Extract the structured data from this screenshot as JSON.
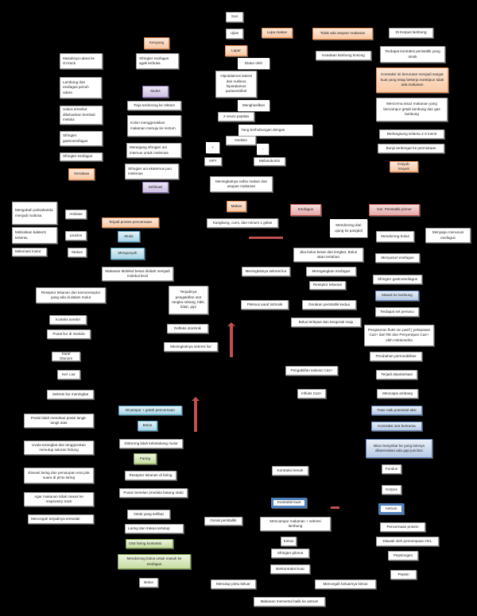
{
  "nodes": {
    "sori": "Sori",
    "ujian": "Ujian",
    "lupa_makan": "Lupa makan",
    "tidak_asupan": "Tidak ada asupan makanan",
    "di_korpus": "Di Korpus lambung",
    "kenyang": "Kenyang",
    "lapar": "Lapar",
    "diatur_oleh": "Diatur oleh",
    "keadaan_kosong": "Keadaan lambung kosong",
    "kontraksi_ritmik": "Terdapat kontraksi peristaltik yang ritmik",
    "masuknya_udara": "Masuknya udara ke GI track",
    "sfingter_terbuka": "Sfringter esofagus agak terbuka",
    "hipotalamus": "Hipotalamus lateral dan nukleus hipotalamus paraventrikel",
    "kontraksi_kuat_oranye": "Kontraksi ini berurutan menjadi sangat kuat yang tetap bekerja meskipun tidak ada makanan",
    "lambung_esofagus": "Lambung dan esofagus penuh udara",
    "mules": "Mules",
    "tinja": "Tinja terdorong ke rektum",
    "menghasilkan": "Menghasilkan",
    "mencerna_sisa": "Mencerna sisa2 makanan yang bercampur getah lambung dan gas lambung",
    "udara_keluar": "Udara tersebut dikeluarkan kembali melalui",
    "kolon": "Kolon menggerakkan makanan menuju ke rectum",
    "dua_neuro": "2 neuro peptida",
    "berhubungan": "Yang berhubungan dengan",
    "berlangsung": "Berlangsung selama 2-3 menit",
    "sfingter_gastro": "Sfringter gastroesofagus",
    "oreksin": "Oreksin",
    "bunyi": "Bunyi terdengar ke permukaan",
    "menegang_ani": "Menegang sfringter ani internus untuk melemas",
    "plus": "+",
    "minus": "-",
    "sfingter_esofagus": "Sfringter esofagus",
    "npy": "NPY",
    "melanokortin": "Melanokortin",
    "krayuk": "Krayuk-krayuk",
    "sendawa": "Sendawa",
    "sfingter_ani_ekst": "Sfringter ani eksternus pun melemas",
    "meningkatnya_nafsu": "Meningkatnya nafsu makan dan asupan makanan",
    "defekasi": "Defekasi",
    "mengubah_poli": "Mengubah polisakarida menjadi maltosa",
    "amilase": "Amilase",
    "makan": "Makan",
    "esofagus": "Esofagus",
    "gel_peristaltik": "Gel. Peristaltik primer",
    "terjadi_proses": "Terjadi proses pencernaan",
    "kangkung": "Kangkung, cumi, dan minum 1 gelas",
    "mendorong_ujung": "Mendorong dari ujung ke pangkal",
    "melisiskan": "Melisiskan bakteri2 tertentu",
    "lisozim": "Lisozim",
    "mulut": "Mulut",
    "mendorong_bolus": "Mendorong bolus",
    "menyapu": "Menyapu menuruni esofagus",
    "melumasi": "Melumasi mulut",
    "mukus": "Mukus",
    "mengunyah": "Mengunyah",
    "jika_bolus": "Jika bolus besar dan lengket, Bolus akan tertahan",
    "menyusuri": "Menyusuri esofagus",
    "makanan_molekul": "Makanan Molekul besar diubah menjadi molekul kecil",
    "meningkatnya_sekresi_1": "Meningkatnya sekresi liur",
    "meregangkan": "Meregangkan esofagus",
    "sfingter_gastro_2": "Sfringter gastroesofagus",
    "reseptor_kemo": "Reseptor tekanan dan kemoreseptor yang ada di dalam mulut",
    "terjadinya_pengaktifan": "Terjadinya pengaktifan otot rangka rahang, bibir, lidah, pipi",
    "reseptor_tekanan": "Reseptor tekanan",
    "masuk_lambung": "Masuk ke lambung",
    "pleksus": "Pleksus saraf intrinsik",
    "gerakan_peristaltik_2": "Gerakan peristaltik kedua",
    "korteks": "Korteks serebri",
    "terdapat_pemacu": "Terdapat sel pemacu",
    "refleks": "Refleks otoritmik",
    "bolus_terlepas": "Bolus terlepas dan bergerak maju",
    "pusat_liur": "Pusat liur di medula",
    "pergeseran": "Pergeseran fluks ion pasif ( pelepasan Ca2+ dari RE dan Penyerapan Ca2+ oleh mitokondria",
    "meningkatnya_sekresi_2": "Meningkatnya sekresi liur",
    "saraf_otonom": "Saraf Otonom",
    "perubahan_perm": "Perubahan permeabilitas",
    "kel_liur": "Kel. Liur",
    "pengaktifan_ca": "Pengaktifan saluran Ca2+",
    "terjadi_depol": "Terjadi depolarisasi",
    "sekresi_meningkat": "Sekresi liur meningkat",
    "influks": "Influks Ca2+",
    "mencapai_ambang": "Mencapai ambang",
    "dicampur": "Dicampur + getah pencernaan",
    "fase_naik": "Fase naik potensial aksi",
    "posisi_lidah": "Posisi lidah menekan posisi langit-langit atas",
    "bolus_1": "Bolus",
    "kontraksi_berirama": "Kontraksi otot berirama",
    "uvula": "Uvula terangkat dan tenggorokan menutup saluran hidung",
    "didorong_lidah": "Didorong lidah kebelakang mulut",
    "bisa_menyebar": "Bisa menyebar ke yang lainnya dikarenakan ada gap junction",
    "faring": "Faring",
    "fundus": "Fundus",
    "elevasi": "Elevasi laring dan penutupan erat pita suara di pintu laring",
    "reseptor_faring": "Reseptor tekanan di faring",
    "kontraksi_lemah": "Kontraksi lemah",
    "korpus": "Korpus",
    "agar_makanan": "Agar makanan tidak masuk ke respiratory track",
    "pusat_menelan": "Pusat menelan (medula batang otak)",
    "kontraksi_kuat": "Kontraksi kuat",
    "antrum": "Antrum",
    "mencegah_tersedak": "Mencegah terjadinya tersedak",
    "otot2": "Otot2 yang terlibat",
    "gerak_peristaltik": "Gerak peristaltik",
    "mencampur": "Mencampur makanan + sekresi lambung",
    "pencernaan_protein": "Pencernaan protein",
    "laring_trakea": "Laring dan trakea tertutup",
    "kimus": "Kimus",
    "diawali_hcl": "Diawali oleh pemompaan HCL",
    "otot_faring": "Otot faring kontraksi",
    "sfingter_pilorus": "Sfringter pilorus",
    "pepsinogen": "Pepsinogen",
    "mendorong_bolus_esofagus": "Mendorong bolus untuk masuk ke esofagus",
    "berkontraksi_kuat": "Berkontraksi kuat",
    "pepsin": "Pepsin",
    "bolus_2": "Bolus",
    "menutup_pintu": "Menutup pintu keluar",
    "mencegah_kimus": "Mencegah keluarnya kimus",
    "makanan_mementul": "Makanan mementul balik ke antrum"
  },
  "colors": {
    "background": "#000000",
    "orange": "#f8c9a6",
    "purple": "#cfc0e4",
    "teal": "#a9d6e6",
    "pink": "#e5aaaa",
    "green": "#c6dca0",
    "blue": "#b8cbe6",
    "arrow": "#c0504d"
  }
}
